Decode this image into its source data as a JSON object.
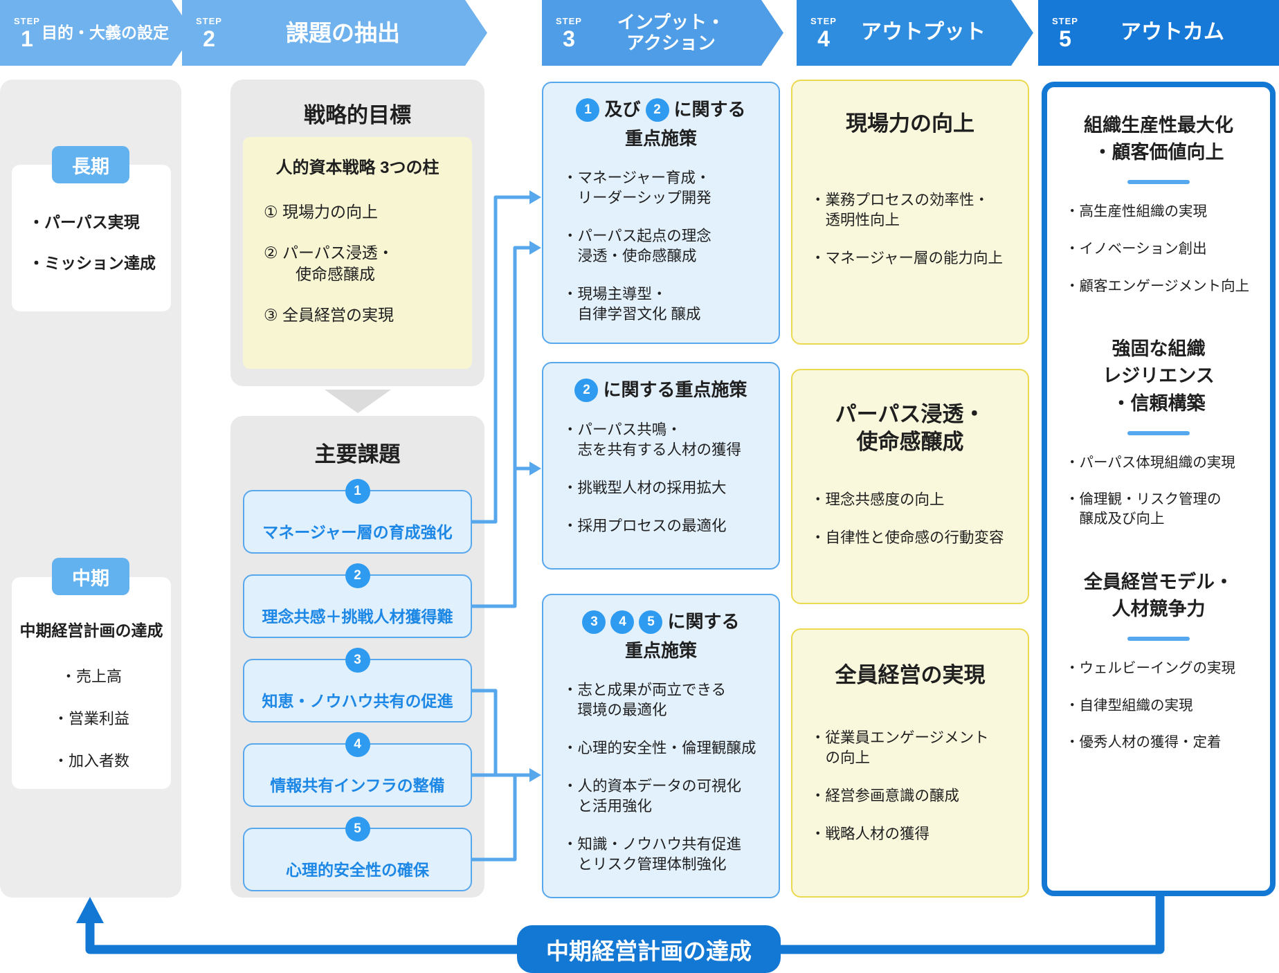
{
  "steps": [
    {
      "label": "STEP",
      "num": "1",
      "title": "目的・大義の設定"
    },
    {
      "label": "STEP",
      "num": "2",
      "title": "課題の抽出"
    },
    {
      "label": "STEP",
      "num": "3",
      "title": "インプット・\nアクション"
    },
    {
      "label": "STEP",
      "num": "4",
      "title": "アウトプット"
    },
    {
      "label": "STEP",
      "num": "5",
      "title": "アウトカム"
    }
  ],
  "col1": {
    "long_term": {
      "badge": "長期",
      "bullets": [
        "・パーパス実現",
        "・ミッション達成"
      ]
    },
    "mid_term": {
      "badge": "中期",
      "title": "中期経営計画の達成",
      "bullets": [
        "・売上高",
        "・営業利益",
        "・加入者数"
      ]
    }
  },
  "col2": {
    "goal_header": "戦略的目標",
    "pillars": {
      "title": "人的資本戦略 3つの柱",
      "items": [
        "① 現場力の向上",
        "② パーパス浸透・\n　　使命感醸成",
        "③ 全員経営の実現"
      ]
    },
    "issues_header": "主要課題",
    "issues": [
      {
        "num": "1",
        "label": "マネージャー層の育成強化"
      },
      {
        "num": "2",
        "label": "理念共感＋挑戦人材獲得難"
      },
      {
        "num": "3",
        "label": "知恵・ノウハウ共有の促進"
      },
      {
        "num": "4",
        "label": "情報共有インフラの整備"
      },
      {
        "num": "5",
        "label": "心理的安全性の確保"
      }
    ]
  },
  "col3": {
    "box1": {
      "chip_a": "1",
      "mid": "及び",
      "chip_b": "2",
      "tail": "に関する",
      "line2": "重点施策",
      "bullets": [
        "・マネージャー育成・\n　リーダーシップ開発",
        "・パーパス起点の理念\n　浸透・使命感醸成",
        "・現場主導型・\n　自律学習文化 醸成"
      ]
    },
    "box2": {
      "chip": "2",
      "tail": "に関する重点施策",
      "bullets": [
        "・パーパス共鳴・\n　志を共有する人材の獲得",
        "・挑戦型人材の採用拡大",
        "・採用プロセスの最適化"
      ]
    },
    "box3": {
      "chip_a": "3",
      "chip_b": "4",
      "chip_c": "5",
      "tail": "に関する",
      "line2": "重点施策",
      "bullets": [
        "・志と成果が両立できる\n　環境の最適化",
        "・心理的安全性・倫理観醸成",
        "・人的資本データの可視化\n　と活用強化",
        "・知識・ノウハウ共有促進\n　とリスク管理体制強化"
      ]
    }
  },
  "col4": {
    "boxes": [
      {
        "title": "現場力の向上",
        "bullets": [
          "・業務プロセスの効率性・\n　透明性向上",
          "・マネージャー層の能力向上"
        ]
      },
      {
        "title": "パーパス浸透・\n使命感醸成",
        "bullets": [
          "・理念共感度の向上",
          "・自律性と使命感の行動変容"
        ]
      },
      {
        "title": "全員経営の実現",
        "bullets": [
          "・従業員エンゲージメント\n　の向上",
          "・経営参画意識の醸成",
          "・戦略人材の獲得"
        ]
      }
    ]
  },
  "col5": {
    "sections": [
      {
        "title": "組織生産性最大化\n・顧客価値向上",
        "bullets": [
          "・高生産性組織の実現",
          "・イノベーション創出",
          "・顧客エンゲージメント向上"
        ]
      },
      {
        "title": "強固な組織\nレジリエンス\n・信頼構築",
        "bullets": [
          "・パーパス体現組織の実現",
          "・倫理観・リスク管理の\n　醸成及び向上"
        ]
      },
      {
        "title": "全員経営モデル・\n人材競争力",
        "bullets": [
          "・ウェルビーイングの実現",
          "・自律型組織の実現",
          "・優秀人材の獲得・定着"
        ]
      }
    ]
  },
  "footer": {
    "badge": "中期経営計画の達成"
  },
  "colors": {
    "step1": "#6FB2ED",
    "step2": "#6FB2ED",
    "step3": "#4F9DE6",
    "step4": "#2F8DE0",
    "step5": "#1779D7",
    "accent_circle": "#2E9BF0",
    "connector": "#57A7ED",
    "loop_blue": "#1377D4",
    "panel_gray": "#ECECEC",
    "pillar_yellow": "#F8F5D3",
    "issue_fill": "#E1F0FD",
    "action_fill": "#E3F1FD",
    "output_fill": "#FAF8DC",
    "output_border": "#EBD94F",
    "badge_blue": "#63B2F0",
    "issue_text": "#1C87E5"
  }
}
